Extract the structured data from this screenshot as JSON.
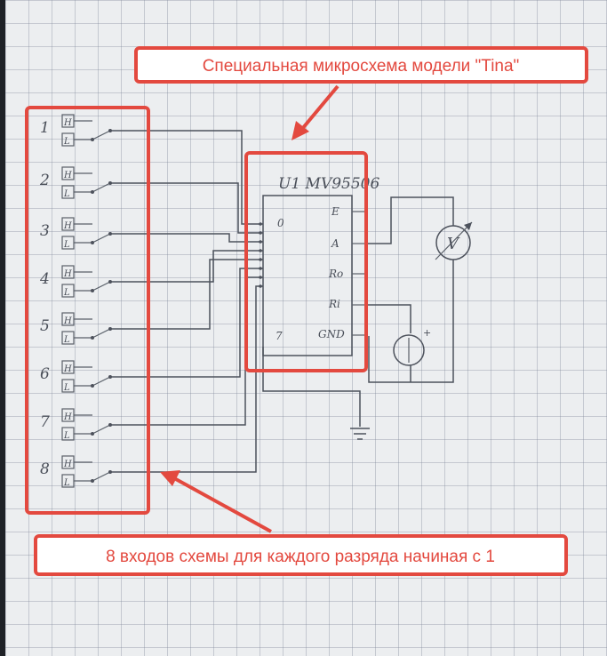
{
  "annotations": {
    "top": "Специальная микросхема модели \"Tina\"",
    "bottom": "8 входов схемы для каждого разряда начиная с 1"
  },
  "chip": {
    "label": "U1 MV95506",
    "input_first": "0",
    "input_last": "7",
    "pins": [
      "E",
      "A",
      "Ro",
      "Ri",
      "GND"
    ]
  },
  "meter_label": "V",
  "source_plus": "+",
  "inputs": [
    {
      "number": "1",
      "high": "H",
      "low": "L"
    },
    {
      "number": "2",
      "high": "H",
      "low": "L"
    },
    {
      "number": "3",
      "high": "H",
      "low": "L"
    },
    {
      "number": "4",
      "high": "H",
      "low": "L"
    },
    {
      "number": "5",
      "high": "H",
      "low": "L"
    },
    {
      "number": "6",
      "high": "H",
      "low": "L"
    },
    {
      "number": "7",
      "high": "H",
      "low": "L"
    },
    {
      "number": "8",
      "high": "H",
      "low": "L"
    }
  ],
  "colors": {
    "annotation": "#e3493f",
    "ink": "#4d525c",
    "paper": "#eceef0"
  }
}
